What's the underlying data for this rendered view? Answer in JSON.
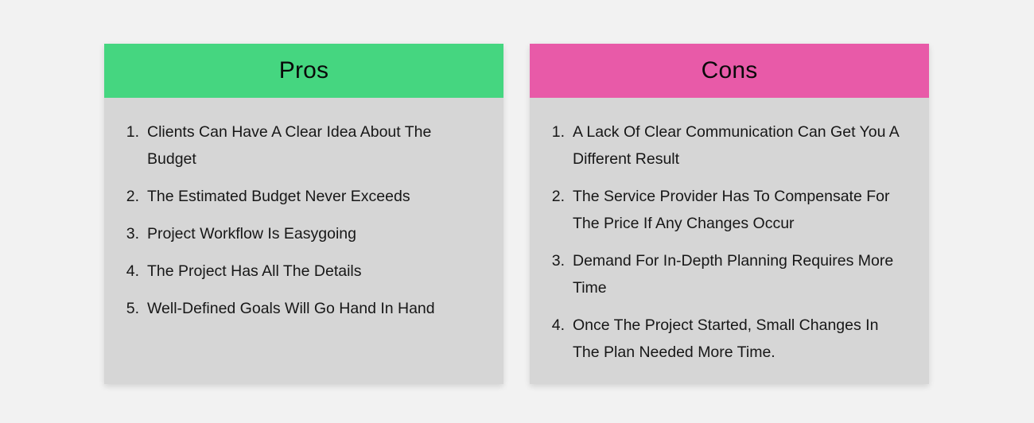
{
  "page": {
    "background_color": "#f2f2f2",
    "card_body_color": "#d6d6d6",
    "text_color": "#171717"
  },
  "cards": [
    {
      "id": "pros",
      "title": "Pros",
      "header_color": "#45d680",
      "items": [
        "Clients Can Have A Clear Idea About The Budget",
        "The Estimated Budget Never Exceeds",
        "Project Workflow Is Easygoing",
        "The Project Has All The Details",
        "Well-Defined Goals Will Go Hand In Hand"
      ]
    },
    {
      "id": "cons",
      "title": "Cons",
      "header_color": "#e85aa8",
      "items": [
        "A Lack Of Clear Communication Can Get You A Different Result",
        "The Service Provider Has To Compensate For The Price If Any Changes Occur",
        "Demand For In-Depth Planning Requires More Time",
        "Once The Project Started, Small Changes In The Plan Needed More Time."
      ]
    }
  ]
}
